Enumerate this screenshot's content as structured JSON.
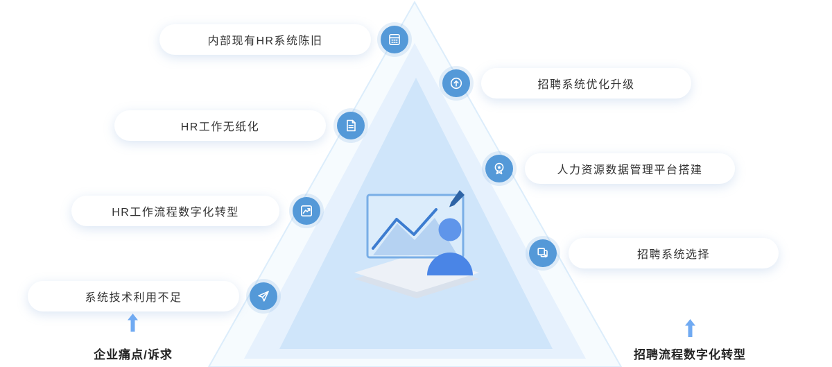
{
  "diagram": {
    "left_items": [
      {
        "label": "内部现有HR系统陈旧",
        "icon": "calculator-icon"
      },
      {
        "label": "HR工作无纸化",
        "icon": "document-icon"
      },
      {
        "label": "HR工作流程数字化转型",
        "icon": "line-chart-icon"
      },
      {
        "label": "系统技术利用不足",
        "icon": "paper-plane-icon"
      }
    ],
    "right_items": [
      {
        "label": "招聘系统优化升级",
        "icon": "upgrade-target-icon"
      },
      {
        "label": "人力资源数据管理平台搭建",
        "icon": "badge-icon"
      },
      {
        "label": "招聘系统选择",
        "icon": "copy-select-icon"
      }
    ],
    "footer_left": "企业痛点/诉求",
    "footer_right": "招聘流程数字化转型",
    "colors": {
      "accent_blue": "#5499d8",
      "arrow_blue": "#70aaf2",
      "pyramid_outer": "#f6fbfe",
      "pyramid_mid": "#e6f1fd",
      "pyramid_inner": "#cfe5fa",
      "text": "#333333"
    }
  }
}
